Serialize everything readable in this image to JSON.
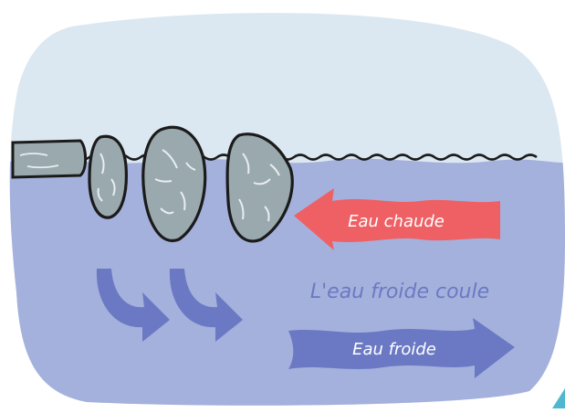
{
  "labels": {
    "warm_water": "Eau chaude",
    "cold_sinks": "L'eau froide coule",
    "cold_water": "Eau froide"
  },
  "colors": {
    "sky": "#dce8f1",
    "water": "#a4b1dc",
    "warm_arrow": "#ee6064",
    "cold_arrow": "#6b79c4",
    "cold_sinks_text": "#6b79c4",
    "rock": "#9aa9ae",
    "outline": "#1b1b1b"
  }
}
